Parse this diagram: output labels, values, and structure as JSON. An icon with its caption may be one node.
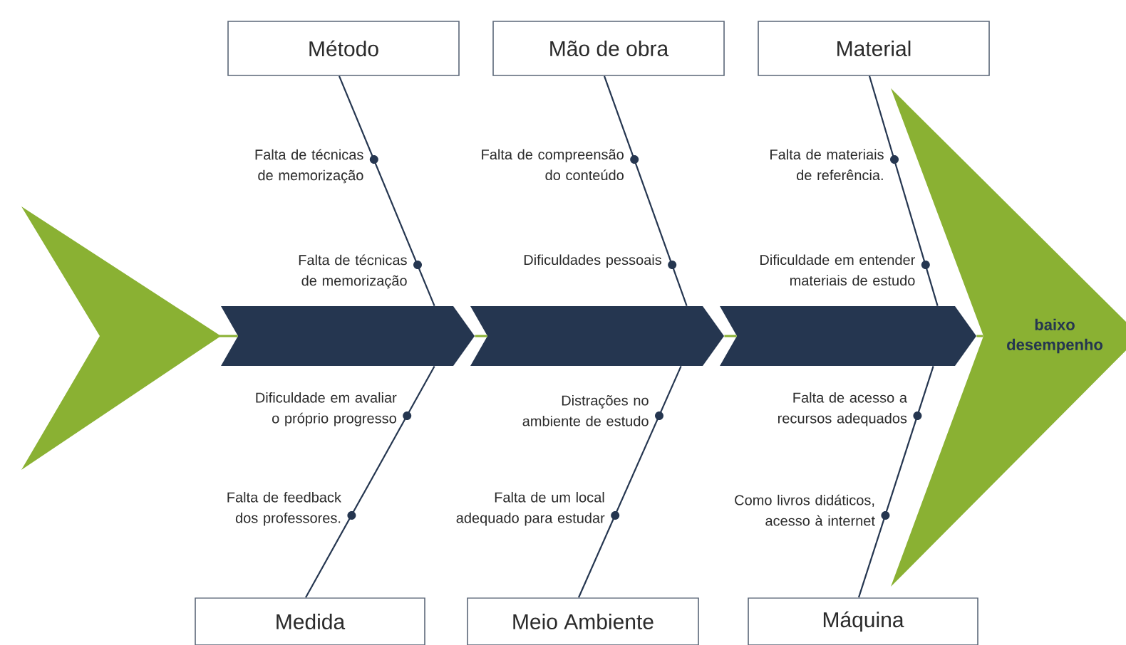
{
  "diagram": {
    "nodes": [
      {
        "text": [
          "Método"
        ]
      },
      {
        "text": [
          "Mão de obra"
        ]
      },
      {
        "text": [
          "Material"
        ]
      },
      {
        "text": [],
        "shape": "arrow"
      },
      {
        "text": [],
        "shape": "arrow"
      },
      {
        "text": [],
        "shape": "arrow"
      },
      {
        "text": [],
        "shape": "arrow"
      },
      {
        "text": [
          "baixo desempenho"
        ]
      },
      {
        "text": [
          "Medida"
        ]
      },
      {
        "text": [
          "Meio Ambiente"
        ]
      },
      {
        "text": [
          "Máquina"
        ]
      }
    ],
    "edges": [
      {
        "from": 0,
        "to": 4,
        "arrow": "none"
      },
      {
        "from": 1,
        "to": 5,
        "arrow": "none"
      },
      {
        "from": 2,
        "to": 6,
        "arrow": "none"
      },
      {
        "from": 8,
        "to": 4,
        "arrow": "none"
      },
      {
        "from": 9,
        "to": 5,
        "arrow": "none"
      },
      {
        "from": 10,
        "to": 6,
        "arrow": "none"
      },
      {
        "from": 3,
        "to": 4,
        "arrow": "none",
        "color": "#8ab133"
      },
      {
        "from": 4,
        "to": 5,
        "arrow": "none",
        "color": "#8ab133"
      },
      {
        "from": 5,
        "to": 6,
        "arrow": "none",
        "color": "#8ab133"
      },
      {
        "from": 6,
        "to": 7,
        "arrow": "none",
        "color": "#8ab133"
      }
    ],
    "labels": [
      "Falta de técnicas de memorização",
      "Falta de compreensão do conteúdo",
      "Falta de materiais de referência.",
      "Falta de técnicas de memorização",
      "Dificuldades pessoais",
      "Dificuldade em entender materiais de estudo",
      "Dificuldade em avaliar o próprio progresso",
      "Distrações no ambiente de estudo",
      "Falta de acesso a recursos adequados",
      "Falta de feedback dos professores.",
      "Falta de um local adequado para estudar",
      "Como livros didáticos, acesso à internet"
    ]
  }
}
